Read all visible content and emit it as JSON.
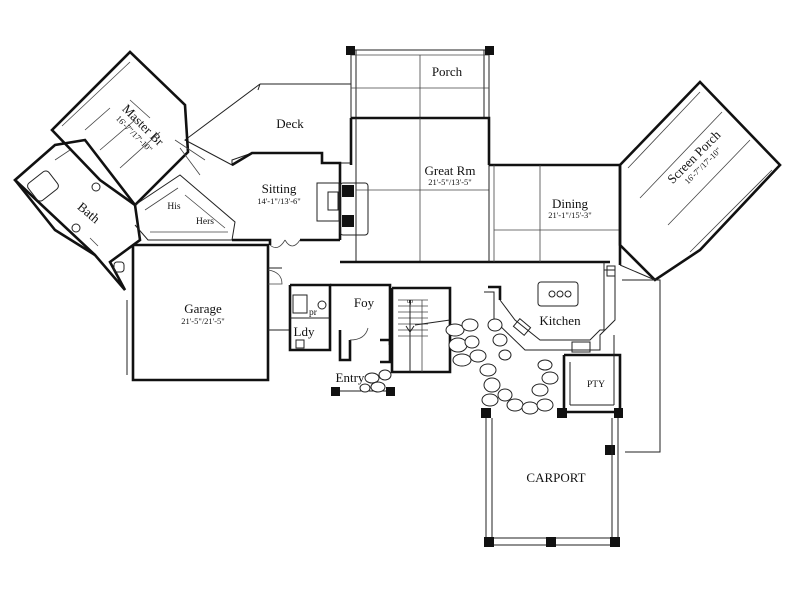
{
  "rooms": {
    "porch": {
      "name": "Porch"
    },
    "deck": {
      "name": "Deck"
    },
    "master": {
      "name": "Master Br",
      "dims": "16'-7\"/17'-10\""
    },
    "bath": {
      "name": "Bath"
    },
    "his": {
      "name": "His"
    },
    "hers": {
      "name": "Hers"
    },
    "sitting": {
      "name": "Sitting",
      "dims": "14'-1\"/13'-6\""
    },
    "great": {
      "name": "Great Rm",
      "dims": "21'-5\"/13'-5\""
    },
    "dining": {
      "name": "Dining",
      "dims": "21'-1\"/15'-3\""
    },
    "screen_porch": {
      "name": "Screen Porch",
      "dims": "16'-7\"/17'-10\""
    },
    "garage": {
      "name": "Garage",
      "dims": "21'-5\"/21'-5\""
    },
    "foy": {
      "name": "Foy"
    },
    "ldy": {
      "name": "Ldy"
    },
    "pr": {
      "name": "pr"
    },
    "entry": {
      "name": "Entry"
    },
    "kitchen": {
      "name": "Kitchen"
    },
    "pty": {
      "name": "PTY"
    },
    "carport": {
      "name": "CARPORT"
    },
    "stair": {
      "name": "up"
    }
  }
}
